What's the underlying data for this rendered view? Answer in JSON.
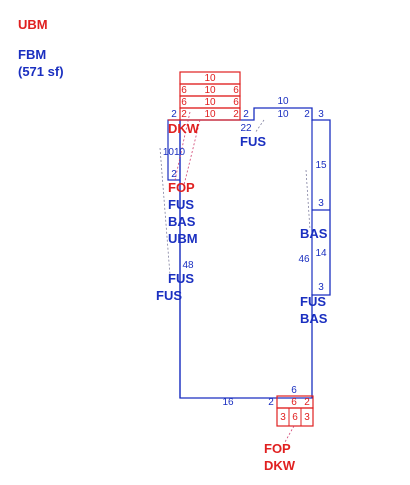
{
  "colors": {
    "red": "#e02020",
    "blue": "#1a2fc0",
    "pink": "#d04070",
    "gray": "#8080a0"
  },
  "legend": {
    "ubm": "UBM",
    "fbm": "FBM",
    "area": "(571 sf)"
  },
  "labels": {
    "dkw_top": "DKW",
    "fus_top": "FUS",
    "fop_left": "FOP",
    "fus_left1": "FUS",
    "bas_left": "BAS",
    "ubm_left": "UBM",
    "fus_left2": "FUS",
    "fus_left3": "FUS",
    "bas_right1": "BAS",
    "fus_right": "FUS",
    "bas_right2": "BAS",
    "fop_bottom": "FOP",
    "dkw_bottom": "DKW"
  },
  "dims": {
    "top_box_10a": "10",
    "top_box_10b": "10",
    "top_box_10c": "10",
    "top_box_10d": "10",
    "top_box_6a": "6",
    "top_box_6b": "6",
    "top_box_6c": "6",
    "top_box_6d": "6",
    "top_box_2a": "2",
    "top_box_2b": "2",
    "left_2a": "2",
    "left_2b": "2",
    "left_2c": "2",
    "left_1010": "1010",
    "main_48": "48",
    "main_22": "22",
    "right_10a": "10",
    "right_10b": "10",
    "right_2": "2",
    "right_3a": "3",
    "right_15": "15",
    "right_3b": "3",
    "right_46": "46",
    "right_14": "14",
    "right_3c": "3",
    "bottom_16": "16",
    "bottom_2": "2",
    "bottom_6a": "6",
    "bottom_6b": "6",
    "bottom_2b": "2",
    "bottom_3a": "3",
    "bottom_6c": "6",
    "bottom_3b": "3"
  }
}
